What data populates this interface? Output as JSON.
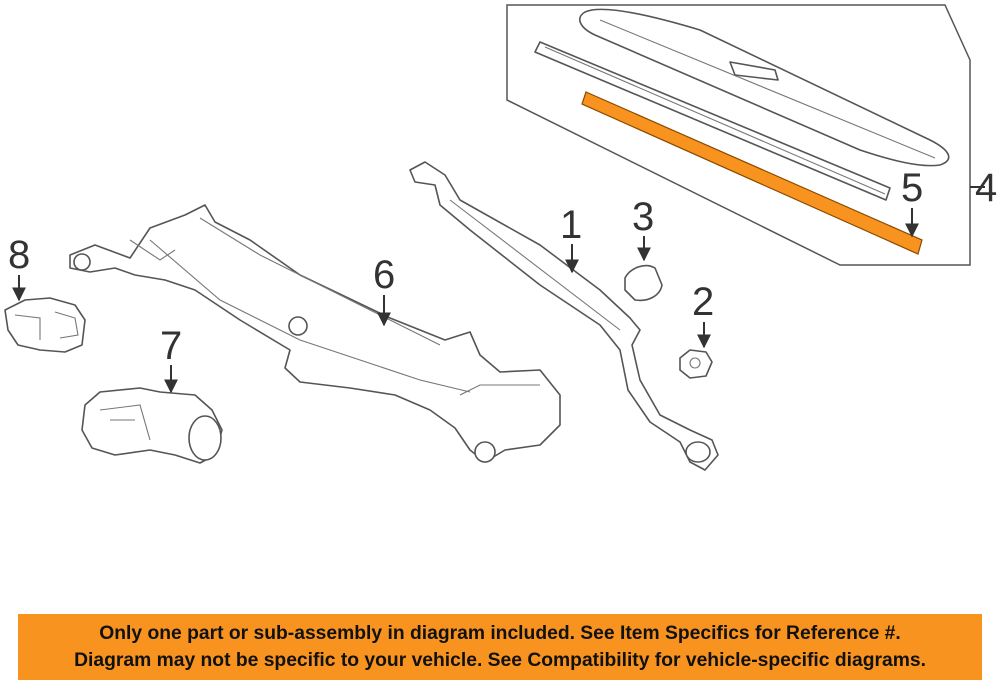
{
  "callouts": {
    "c1": "1",
    "c2": "2",
    "c3": "3",
    "c4": "4",
    "c5": "5",
    "c6": "6",
    "c7": "7",
    "c8": "8"
  },
  "highlight_color": "#f7931e",
  "disclaimer": {
    "line1": "Only one part or sub-assembly in diagram included. See Item Specifics for Reference #.",
    "line2": "Diagram may not be specific to your vehicle. See Compatibility for vehicle-specific diagrams."
  }
}
